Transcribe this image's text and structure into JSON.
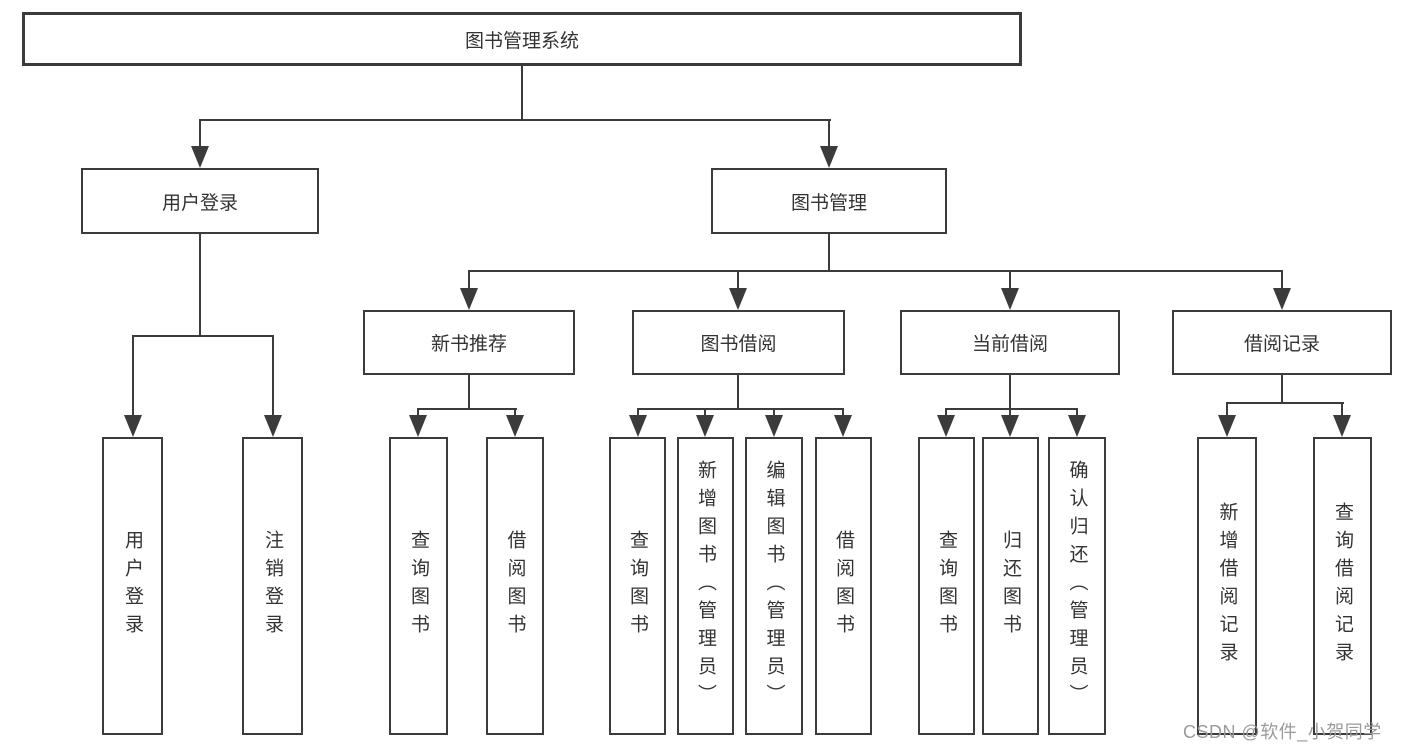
{
  "diagram": {
    "colors": {
      "line": "#3b3b3b",
      "text": "#333333",
      "background": "#ffffff",
      "watermark": "#9b9b9b"
    },
    "watermark": "CSDN @软件_小贺同学",
    "tree": {
      "root": {
        "label": "图书管理系统"
      },
      "branches": [
        {
          "label": "用户登录",
          "children": [
            {
              "label": "用户登录"
            },
            {
              "label": "注销登录"
            }
          ]
        },
        {
          "label": "图书管理",
          "children": [
            {
              "label": "新书推荐",
              "children": [
                {
                  "label": "查询图书"
                },
                {
                  "label": "借阅图书"
                }
              ]
            },
            {
              "label": "图书借阅",
              "children": [
                {
                  "label": "查询图书"
                },
                {
                  "label": "新增图书（管理员）"
                },
                {
                  "label": "编辑图书（管理员）"
                },
                {
                  "label": "借阅图书"
                }
              ]
            },
            {
              "label": "当前借阅",
              "children": [
                {
                  "label": "查询图书"
                },
                {
                  "label": "归还图书"
                },
                {
                  "label": "确认归还（管理员）"
                }
              ]
            },
            {
              "label": "借阅记录",
              "children": [
                {
                  "label": "新增借阅记录"
                },
                {
                  "label": "查询借阅记录"
                }
              ]
            }
          ]
        }
      ]
    }
  }
}
